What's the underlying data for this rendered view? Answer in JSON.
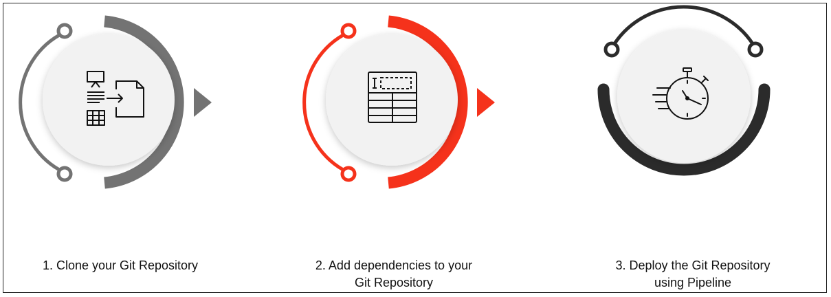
{
  "steps": [
    {
      "label_line1": "1. Clone your Git Repository",
      "label_line2": "",
      "color": "#737373",
      "icon": "data-import-icon"
    },
    {
      "label_line1": "2. Add dependencies  to your",
      "label_line2": "Git Repository",
      "color": "#f5321b",
      "icon": "table-form-icon"
    },
    {
      "label_line1": "3. Deploy the Git Repository",
      "label_line2": "using Pipeline",
      "color": "#2b2b2b",
      "icon": "stopwatch-icon"
    }
  ],
  "colors": {
    "circle_fill": "#f2f2f2",
    "icon_stroke": "#111111",
    "frame_border": "#222222"
  }
}
